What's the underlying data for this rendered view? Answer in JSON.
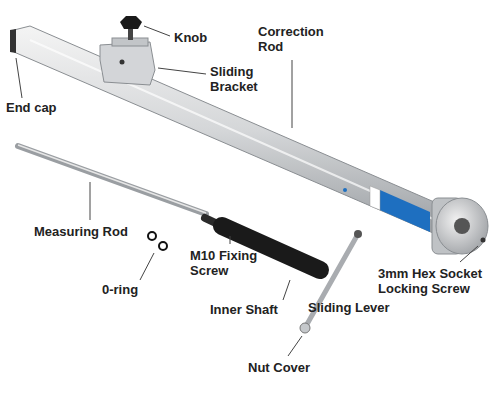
{
  "diagram": {
    "labels": [
      "Knob",
      "Sliding Bracket",
      "Correction Rod",
      "End cap",
      "Measuring Rod",
      "0-ring",
      "M10 Fixing Screw",
      "Inner Shaft",
      "Sliding Lever",
      "Nut Cover",
      "3mm Hex Socket Locking Screw"
    ]
  }
}
